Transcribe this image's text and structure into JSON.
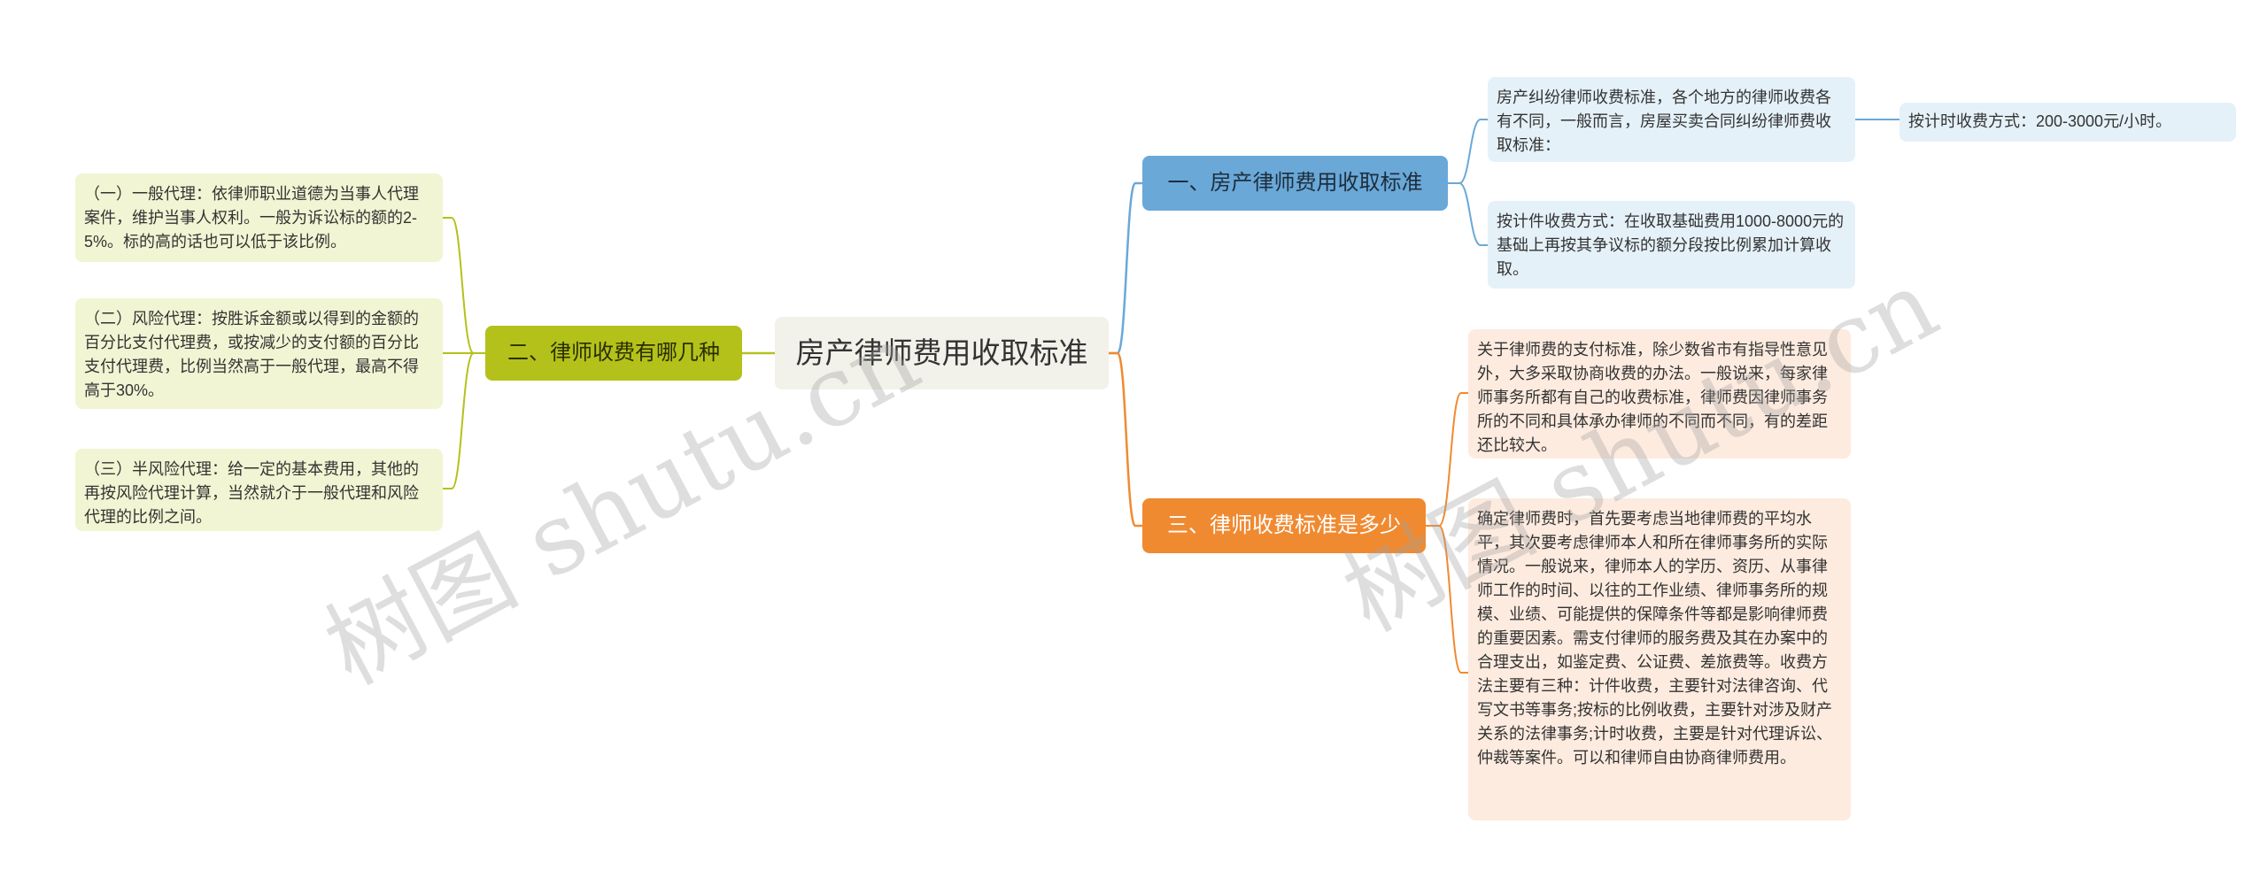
{
  "colors": {
    "branch_1": "#6aa8d8",
    "branch_2": "#b4c11a",
    "branch_3": "#f08a31",
    "root_bg": "#f2f1ea"
  },
  "root": {
    "label": "房产律师费用收取标准"
  },
  "branch_1": {
    "label": "一、房产律师费用收取标准",
    "leaves": [
      "房产纠纷律师收费标准，各个地方的律师收费各有不同，一般而言，房屋买卖合同纠纷律师费收取标准：",
      "按计件收费方式：在收取基础费用1000-8000元的基础上再按其争议标的额分段按比例累加计算收取。"
    ],
    "sub_leaf": "按计时收费方式：200-3000元/小时。"
  },
  "branch_2": {
    "label": "二、律师收费有哪几种",
    "leaves": [
      "（一）一般代理：依律师职业道德为当事人代理案件，维护当事人权利。一般为诉讼标的额的2-5%。标的高的话也可以低于该比例。",
      "（二）风险代理：按胜诉金额或以得到的金额的百分比支付代理费，或按减少的支付额的百分比支付代理费，比例当然高于一般代理，最高不得高于30%。",
      "（三）半风险代理：给一定的基本费用，其他的再按风险代理计算，当然就介于一般代理和风险代理的比例之间。"
    ]
  },
  "branch_3": {
    "label": "三、律师收费标准是多少",
    "leaves": [
      "关于律师费的支付标准，除少数省市有指导性意见外，大多采取协商收费的办法。一般说来，每家律师事务所都有自己的收费标准，律师费因律师事务所的不同和具体承办律师的不同而不同，有的差距还比较大。",
      "确定律师费时，首先要考虑当地律师费的平均水平，其次要考虑律师本人和所在律师事务所的实际情况。一般说来，律师本人的学历、资历、从事律师工作的时间、以往的工作业绩、律师事务所的规模、业绩、可能提供的保障条件等都是影响律师费的重要因素。需支付律师的服务费及其在办案中的合理支出，如鉴定费、公证费、差旅费等。收费方法主要有三种：计件收费，主要针对法律咨询、代写文书等事务;按标的比例收费，主要针对涉及财产关系的法律事务;计时收费，主要是针对代理诉讼、仲裁等案件。可以和律师自由协商律师费用。"
    ]
  },
  "watermarks": [
    "树图 shutu.cn",
    "树图 shutu.cn"
  ]
}
